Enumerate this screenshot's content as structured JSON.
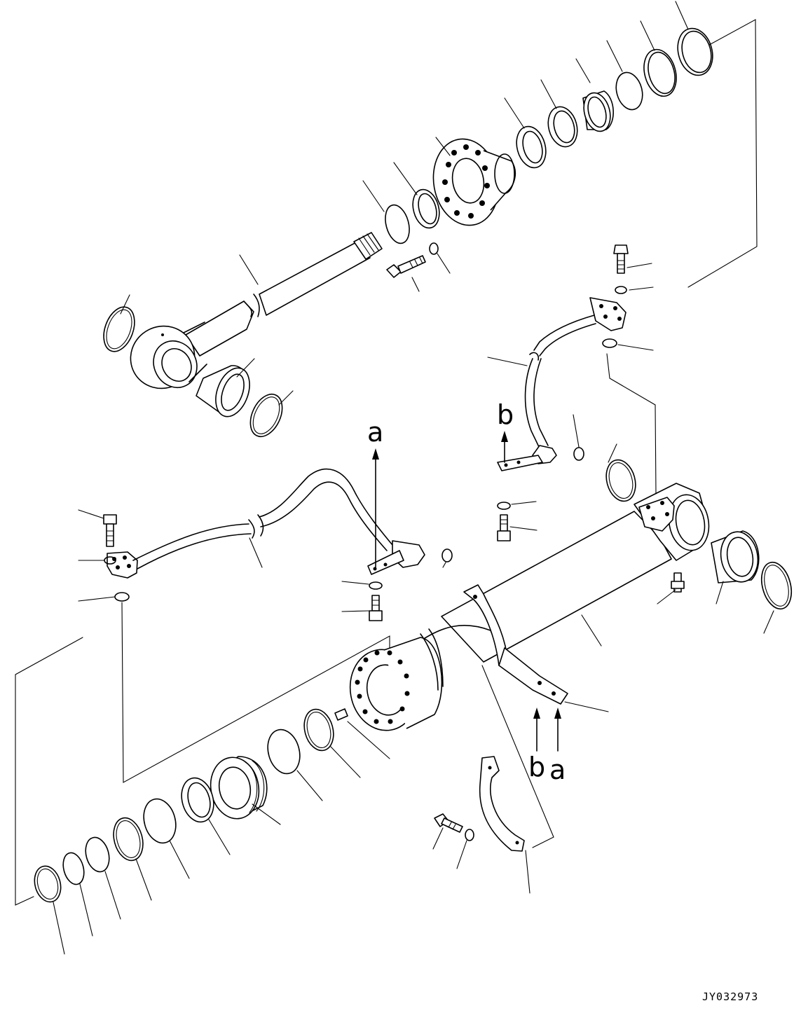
{
  "diagram": {
    "part_code": "JY032973",
    "markers": [
      "a",
      "b",
      "b",
      "a"
    ]
  }
}
